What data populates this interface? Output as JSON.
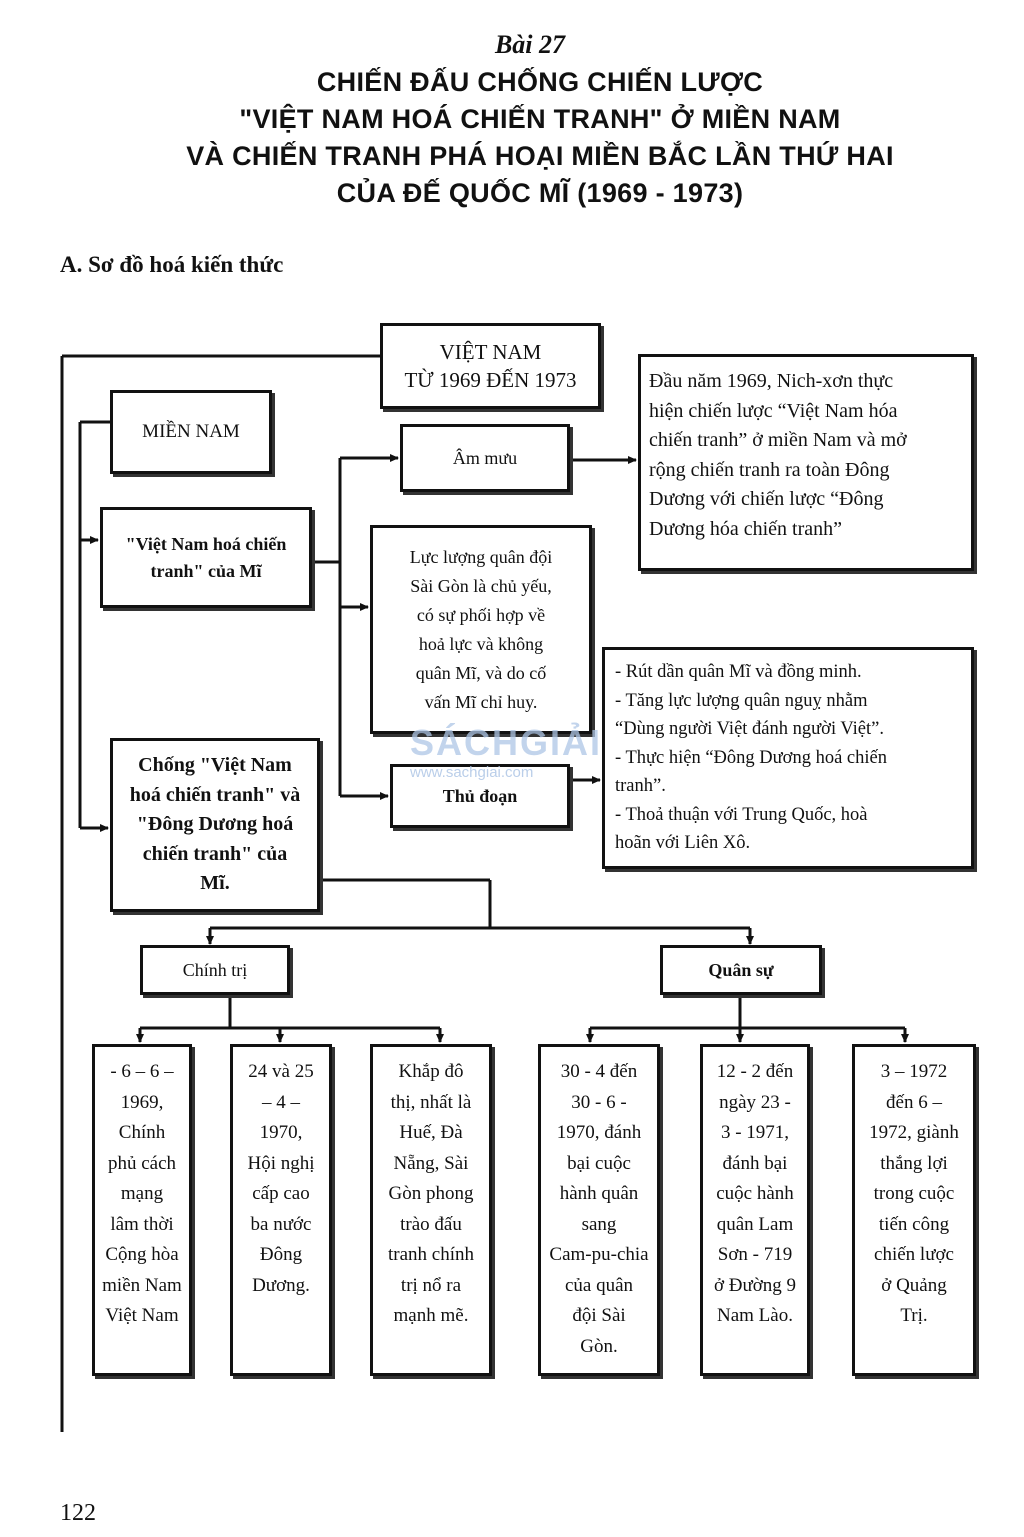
{
  "header": {
    "lesson": "Bài 27",
    "title_lines": [
      "CHIẾN ĐẤU CHỐNG CHIẾN LƯỢC",
      "\"VIỆT NAM HOÁ CHIẾN TRANH\" Ở MIỀN NAM",
      "VÀ CHIẾN TRANH PHÁ HOẠI MIỀN BẮC LẦN THỨ HAI",
      "CỦA ĐẾ QUỐC MĨ (1969 - 1973)"
    ]
  },
  "section_title": "A. Sơ đồ hoá kiến thức",
  "diagram": {
    "root": [
      "VIỆT NAM",
      "TỪ 1969 ĐẾN 1973"
    ],
    "mien_nam": "MIỀN NAM",
    "vnh": [
      "\"Việt Nam hoá chiến",
      "tranh\" của Mĩ"
    ],
    "am_muu": "Âm mưu",
    "am_muu_detail": [
      "Đầu năm 1969, Nich-xơn thực",
      "hiện chiến lược “Việt Nam hóa",
      "chiến tranh” ở miền Nam và mở",
      "rộng chiến tranh ra toàn Đông",
      "Dương với chiến lược “Đông",
      "Dương hóa chiến tranh”"
    ],
    "luc_luong": [
      "Lực lượng quân đội",
      "Sài Gòn là chủ yếu,",
      "có sự phối hợp về",
      "hoả lực và không",
      "quân Mĩ, và do cố",
      "vấn Mĩ chỉ huy."
    ],
    "thu_doan": "Thủ đoạn",
    "thu_doan_detail": [
      "- Rút dần quân Mĩ và đồng minh.",
      "- Tăng lực lượng quân nguỵ nhằm",
      "“Dùng người Việt đánh người Việt”.",
      " - Thực hiện “Đông Dương hoá chiến",
      "tranh”.",
      " - Thoả thuận với Trung Quốc, hoà",
      "hoãn với Liên Xô."
    ],
    "chong": [
      "Chống \"Việt Nam",
      "hoá chiến tranh\" và",
      "\"Đông Dương hoá",
      "chiến tranh\" của",
      "Mĩ."
    ],
    "chinh_tri": "Chính trị",
    "quan_su": "Quân sự",
    "leaves": [
      [
        "- 6 – 6 –",
        "1969,",
        "Chính",
        "phủ cách",
        "mạng",
        "lâm thời",
        "Cộng hòa",
        "miền Nam",
        "Việt Nam"
      ],
      [
        "24 và 25",
        "– 4 –",
        "1970,",
        "Hội nghị",
        "cấp cao",
        "ba nước",
        "Đông",
        "Dương."
      ],
      [
        "Khắp đô",
        "thị, nhất là",
        "Huế, Đà",
        "Nẵng, Sài",
        "Gòn phong",
        "trào đấu",
        "tranh chính",
        "trị nổ ra",
        "mạnh mẽ."
      ],
      [
        "30 - 4 đến",
        "30 - 6 -",
        "1970, đánh",
        "bại cuộc",
        "hành quân",
        "sang",
        "Cam-pu-chia",
        "của quân",
        "đội Sài",
        "Gòn."
      ],
      [
        "12 - 2 đến",
        "ngày 23 -",
        "3 - 1971,",
        "đánh bại",
        "cuộc hành",
        "quân Lam",
        "Sơn - 719",
        "ở Đường 9",
        "Nam Lào."
      ],
      [
        "3 – 1972",
        "đến 6 –",
        "1972, giành",
        "thắng lợi",
        "trong cuộc",
        "tiến công",
        "chiến lược",
        "ở Quảng",
        "Trị."
      ]
    ]
  },
  "watermark": {
    "text": "SÁCHGIẢI",
    "url": "www.sachgiai.com"
  },
  "page_number": "122"
}
